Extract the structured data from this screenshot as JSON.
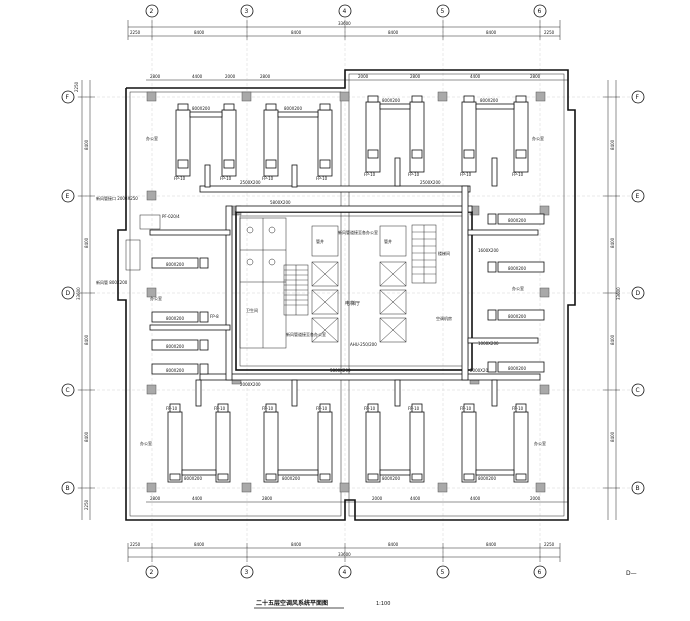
{
  "drawing": {
    "title": "二十五层空调风系统平面图",
    "scale": "1:100",
    "north_mark": "D—"
  },
  "axes": {
    "vertical": [
      "2",
      "3",
      "4",
      "5",
      "6"
    ],
    "horizontal": [
      "F",
      "E",
      "D",
      "C",
      "B"
    ]
  },
  "dimensions": {
    "top_segments": [
      "2250",
      "8400",
      "8400",
      "8400",
      "8400",
      "2250"
    ],
    "top_total": "33600",
    "top_inner": [
      "2800",
      "4400",
      "2000",
      "2800",
      "2000",
      "2800",
      "4400",
      "2800"
    ],
    "bottom_segments": [
      "2250",
      "8400",
      "8400",
      "8400",
      "8400",
      "2250"
    ],
    "bottom_total": "33600",
    "bottom_inner": [
      "2800",
      "4400",
      "2800",
      "2000",
      "4400",
      "4400",
      "2000"
    ],
    "left_segments": [
      "2250",
      "8400",
      "8400",
      "8400",
      "8400",
      "2250"
    ],
    "left_total": "33600",
    "right_segments": [
      "8400",
      "8400",
      "8400",
      "8400"
    ],
    "right_total": "33600"
  },
  "labels": {
    "duct_main_a": "2500X200",
    "duct_main_b": "2000X200",
    "duct_small": "800X200",
    "duct_mid": "1600X200",
    "duct_1000": "1000X200",
    "duct_core_top": "5800X200",
    "duct_core_bottom": "5800X200",
    "fcu": "FP-10",
    "fcu_alt": "FP-8",
    "office": "办公室",
    "elevator_hall": "电梯厅",
    "stair": "楼梯间",
    "toilet": "卫生间",
    "shaft": "管井",
    "pipe_note_a": "新风管道接至各办公室",
    "pipe_note_b": "新风管道接至各办公室",
    "fresh_air_left": "新风管接口 2000X250",
    "fresh_air_left2": "新风管 800X200",
    "fresh_air_unit": "PF-020/4",
    "equipment_room": "空调机房",
    "ahu_label": "AHU-250/200"
  }
}
